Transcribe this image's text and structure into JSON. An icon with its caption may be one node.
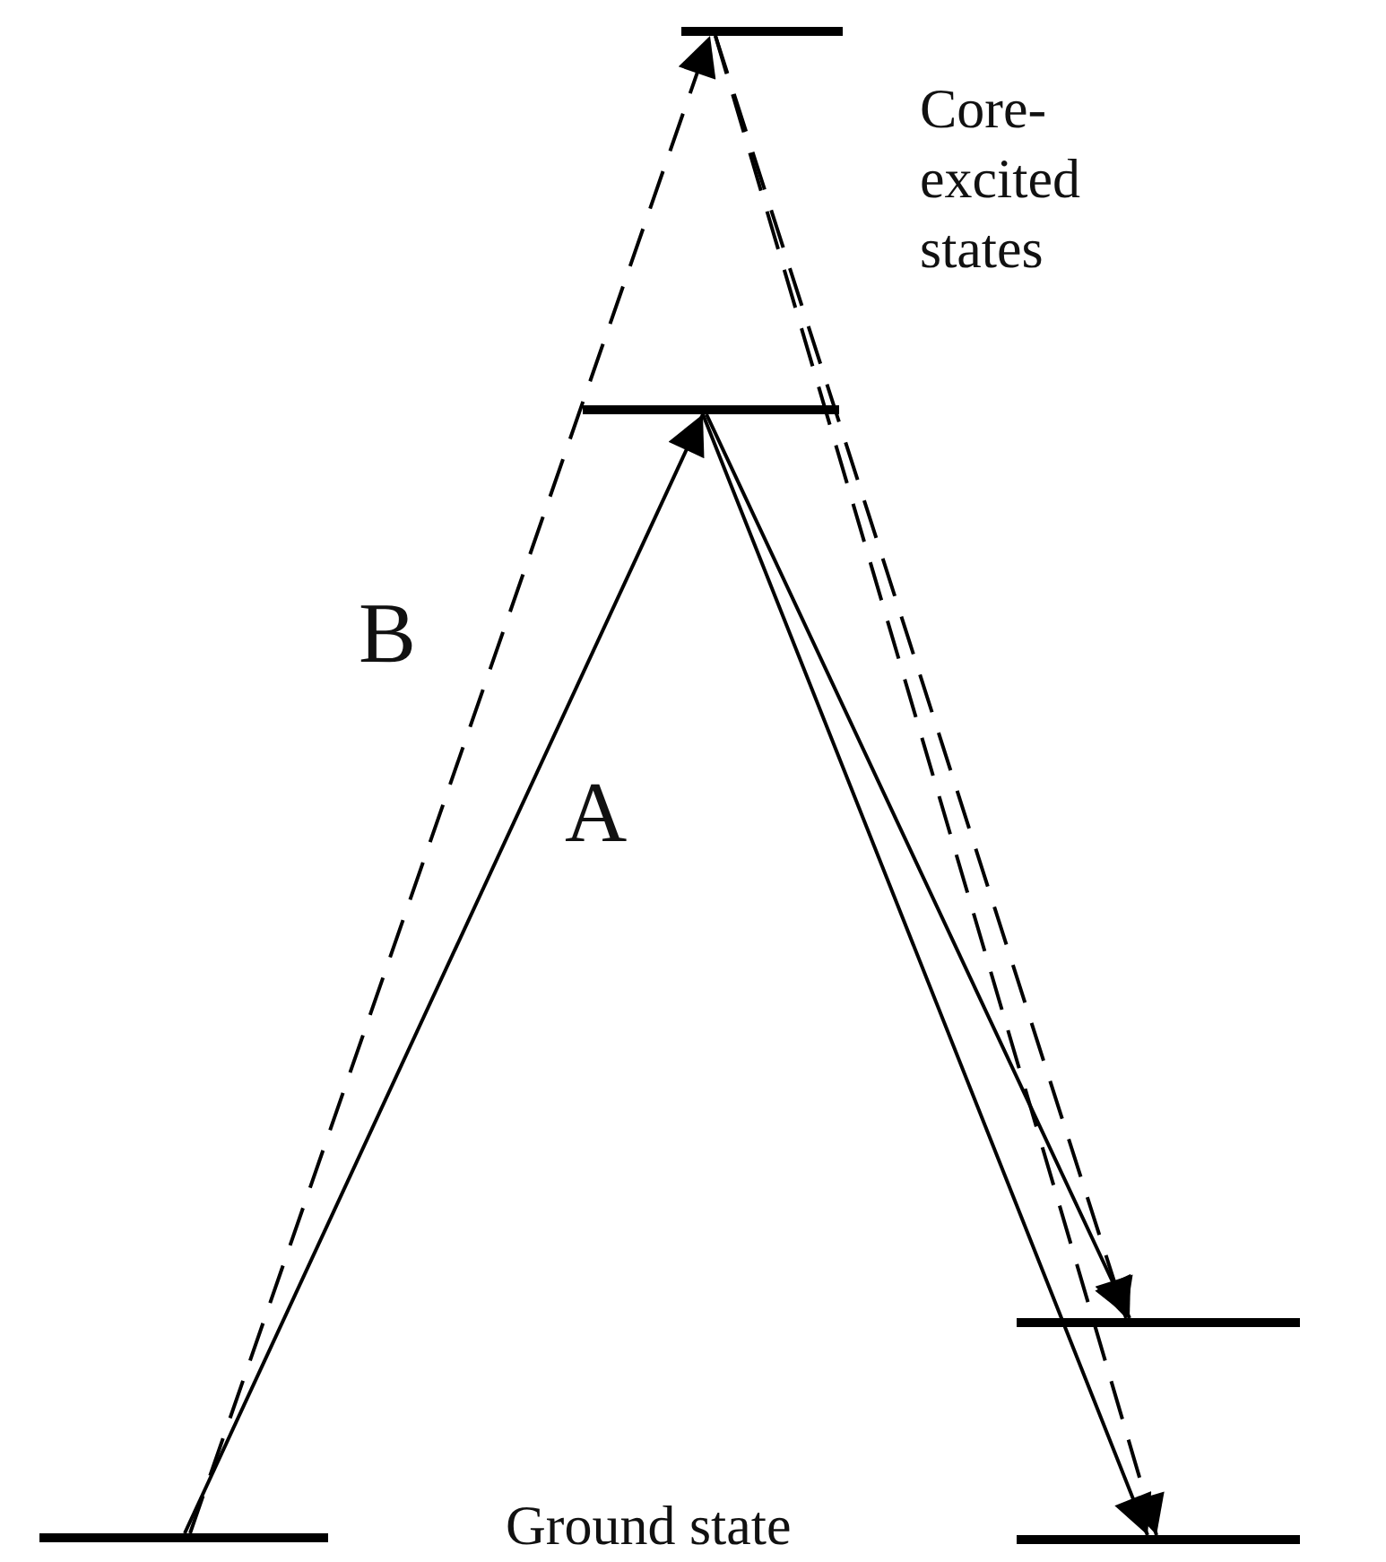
{
  "diagram": {
    "nodes": [
      {
        "text": [],
        "shape": "bar"
      },
      {
        "text": [],
        "shape": "bar"
      },
      {
        "text": [],
        "shape": "bar"
      },
      {
        "text": [],
        "shape": "bar"
      },
      {
        "text": [],
        "shape": "bar"
      }
    ],
    "edges": [
      {
        "from": 2,
        "to": 1,
        "arrow": "to",
        "label": "A"
      },
      {
        "from": 2,
        "to": 0,
        "arrow": "to",
        "label": "B",
        "style": "dashed"
      },
      {
        "from": 1,
        "to": 3,
        "arrow": "to"
      },
      {
        "from": 1,
        "to": 4,
        "arrow": "to"
      },
      {
        "from": 0,
        "to": 3,
        "arrow": "to",
        "style": "dashed"
      },
      {
        "from": 0,
        "to": 4,
        "arrow": "to",
        "style": "dashed"
      }
    ],
    "labels": [
      "Core-excited states",
      "Ground state"
    ]
  }
}
